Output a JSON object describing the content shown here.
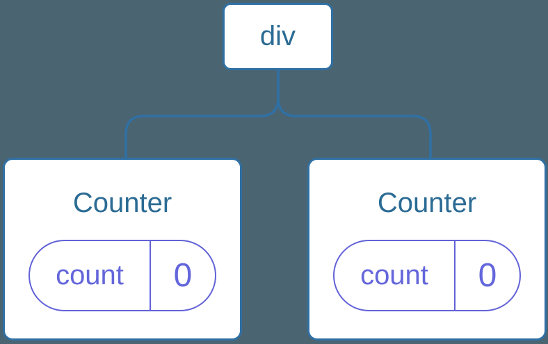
{
  "tree": {
    "root": {
      "label": "div"
    },
    "children": [
      {
        "title": "Counter",
        "state": {
          "key": "count",
          "value": "0"
        }
      },
      {
        "title": "Counter",
        "state": {
          "key": "count",
          "value": "0"
        }
      }
    ]
  },
  "colors": {
    "background": "#4a6472",
    "node_background": "#ffffff",
    "tree_blue": "#3070a4",
    "label_blue": "#2b6b94",
    "state_purple": "#6262d8",
    "state_text_purple": "#6466db"
  }
}
